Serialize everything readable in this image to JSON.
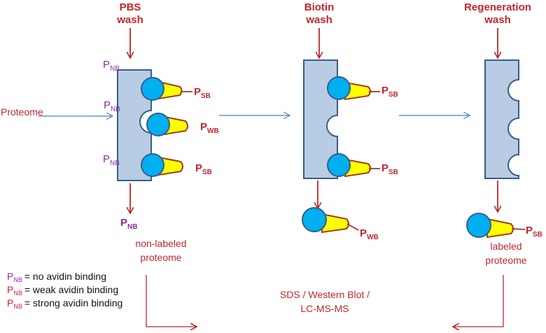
{
  "steps": [
    {
      "label_line1": "PBS",
      "label_line2": "wash"
    },
    {
      "label_line1": "Biotin",
      "label_line2": "wash"
    },
    {
      "label_line1": "Regeneration",
      "label_line2": "wash"
    }
  ],
  "input_label": "Proteome",
  "p_main": "P",
  "subscripts": {
    "nb": "NB",
    "sb": "SB",
    "wb": "WB"
  },
  "non_labeled": {
    "line1": "non-labeled",
    "line2": "proteome"
  },
  "labeled": {
    "line1": "labeled",
    "line2": "proteome"
  },
  "analysis": {
    "line1": "SDS / Western Blot /",
    "line2": "LC-MS-MS"
  },
  "legend": [
    {
      "sub": "NB",
      "text": "= no avidin binding",
      "color": "#8b2fa3"
    },
    {
      "sub": "NB",
      "text": "= weak avidin binding",
      "color": "#c0262c"
    },
    {
      "sub": "NB",
      "text": "= strong avidin binding",
      "color": "#c0262c"
    }
  ],
  "colors": {
    "red": "#c0262c",
    "purple": "#8b2fa3",
    "blue_arrow": "#4a7fc0",
    "column_fill": "#b8cce4",
    "column_stroke": "#385d8a",
    "avidin_fill": "#00b0f0",
    "biotin_fill": "#ffff00",
    "biotin_stroke": "#9c3d1e"
  }
}
